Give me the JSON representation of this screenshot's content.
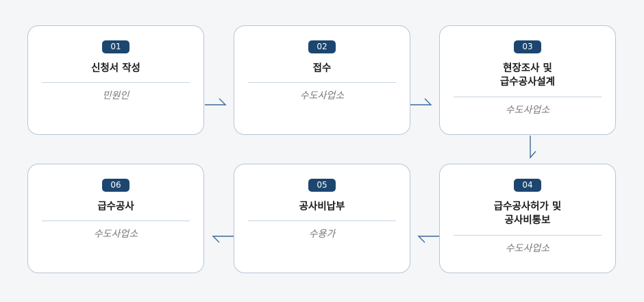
{
  "steps": [
    {
      "number": "01",
      "title_lines": [
        "신청서 작성"
      ],
      "actor": "민원인"
    },
    {
      "number": "02",
      "title_lines": [
        "접수"
      ],
      "actor": "수도사업소"
    },
    {
      "number": "03",
      "title_lines": [
        "현장조사 및",
        "급수공사설계"
      ],
      "actor": "수도사업소"
    },
    {
      "number": "04",
      "title_lines": [
        "급수공사허가 및",
        "공사비통보"
      ],
      "actor": "수도사업소"
    },
    {
      "number": "05",
      "title_lines": [
        "공사비납부"
      ],
      "actor": "수용가"
    },
    {
      "number": "06",
      "title_lines": [
        "급수공사"
      ],
      "actor": "수도사업소"
    }
  ],
  "colors": {
    "badge": "#1c4670",
    "card_border": "#b7c5d6",
    "arrow": "#3a6a99",
    "background": "#f5f6f8"
  }
}
